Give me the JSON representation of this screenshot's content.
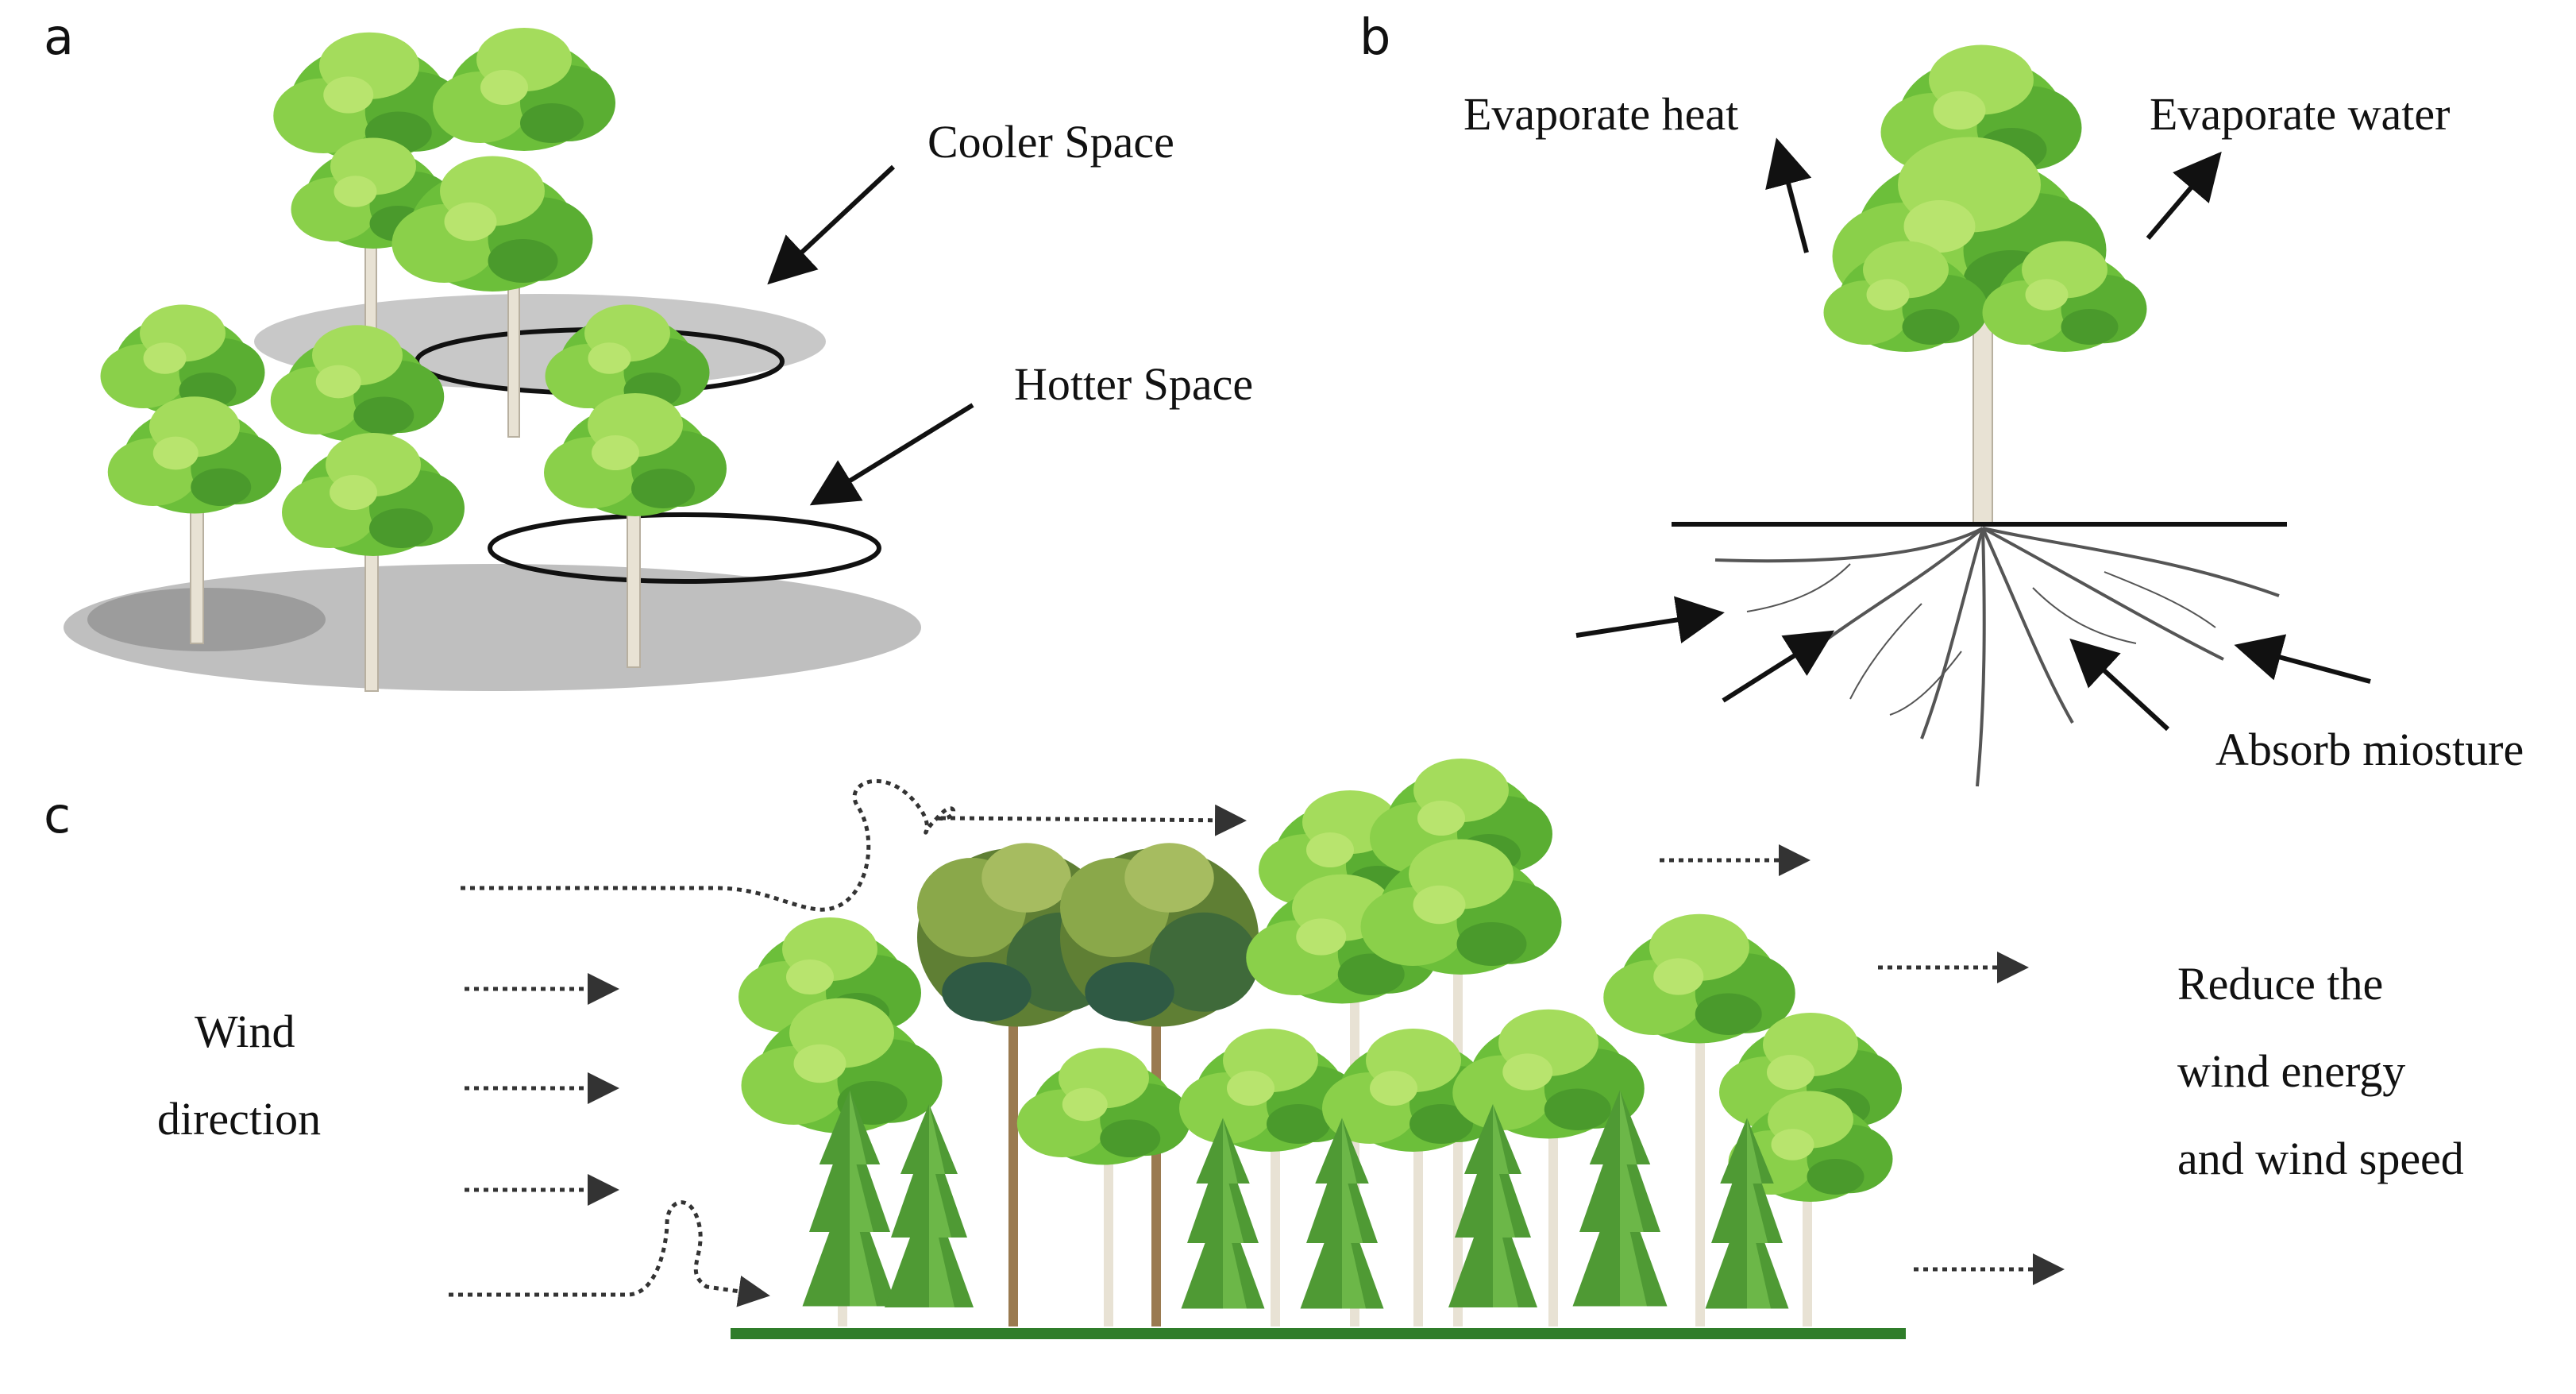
{
  "panels": {
    "a": {
      "letter": "a",
      "cooler_label": "Cooler Space",
      "hotter_label": "Hotter Space"
    },
    "b": {
      "letter": "b",
      "heat_label": "Evaporate heat",
      "water_label": "Evaporate water",
      "absorb_label": "Absorb miosture"
    },
    "c": {
      "letter": "c",
      "wind_line1": "Wind",
      "wind_line2": "direction",
      "reduce_line1": "Reduce the",
      "reduce_line2": "wind energy",
      "reduce_line3": "and wind speed"
    }
  },
  "colors": {
    "foliage_light": "#9fd855",
    "foliage_mid": "#6cbf3a",
    "foliage_dark": "#3f8f2a",
    "foliage_olive": "#7a9a3a",
    "trunk": "#e8e2d4",
    "shadow": "#8a8a8a",
    "ground": "#2f7d2a",
    "arrow": "#111111"
  }
}
